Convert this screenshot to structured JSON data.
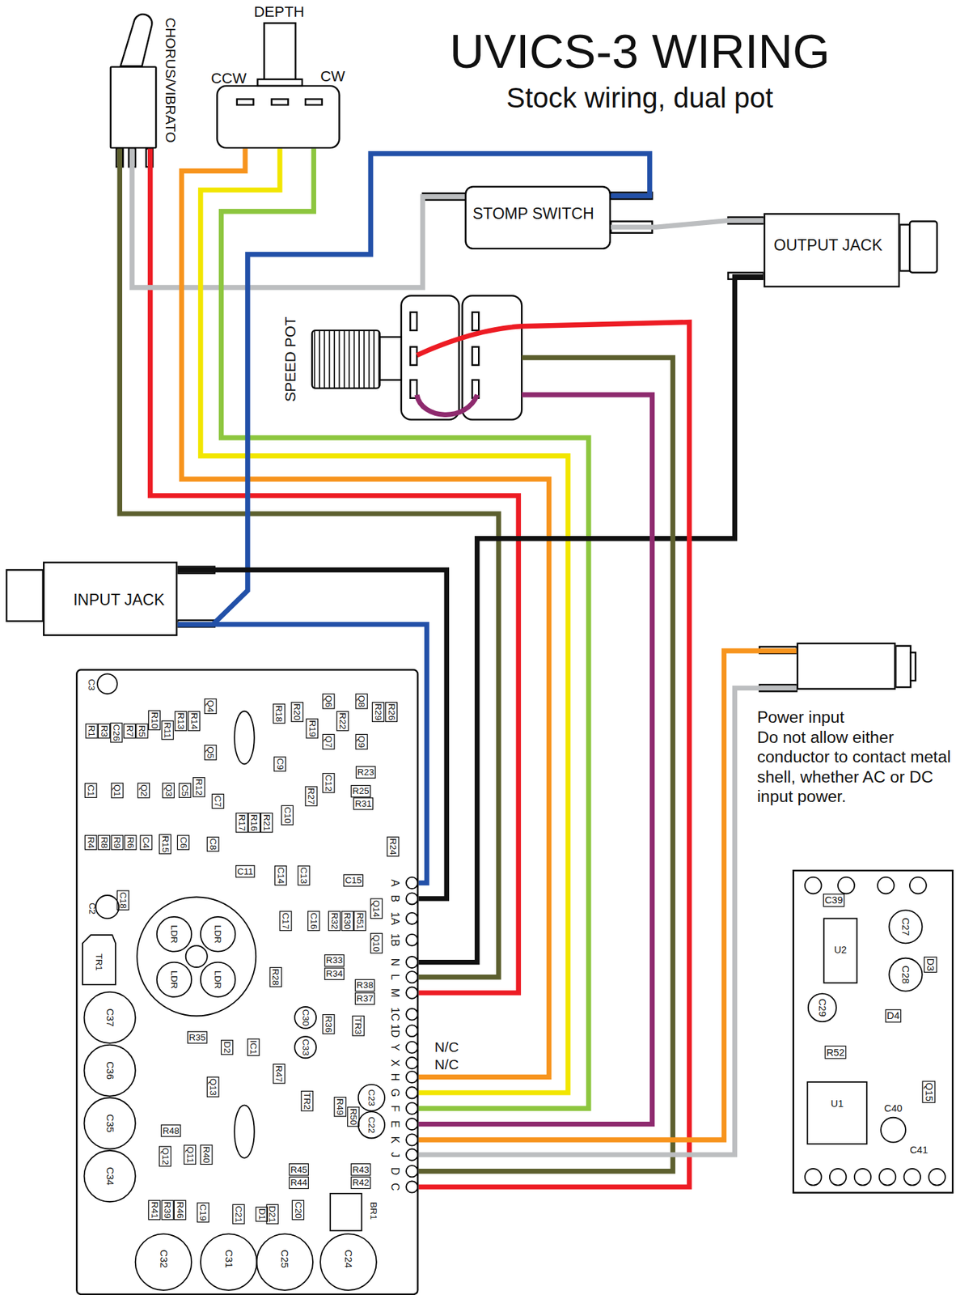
{
  "diagram": {
    "title": "UVICS-3 WIRING",
    "nodes": [
      {
        "text": [
          "CHORUS/VIBRATO"
        ]
      },
      {
        "text": [
          "DEPTH"
        ]
      },
      {
        "text": [
          "STOMP SWITCH"
        ]
      },
      {
        "text": [
          "OUTPUT JACK"
        ]
      },
      {
        "text": [
          "SPEED POT"
        ]
      },
      {
        "text": [
          "INPUT JACK"
        ]
      },
      {
        "text": [
          "C3",
          "R1",
          "R3",
          "C26",
          "R7",
          "R5",
          "R10",
          "R11",
          "R13",
          "R14",
          "Q4",
          "Q5",
          "R18",
          "R20",
          "R19",
          "Q6",
          "Q7",
          "R22",
          "Q8",
          "Q9",
          "R29",
          "R26",
          "C9",
          "R23",
          "C12",
          "R25",
          "R27",
          "R31",
          "C10",
          "C1",
          "Q1",
          "Q2",
          "Q3",
          "C5",
          "R12",
          "C7",
          "R17",
          "R16",
          "R21",
          "R4",
          "R8",
          "R9",
          "R6",
          "C4",
          "R15",
          "C6",
          "C8",
          "C11",
          "C14",
          "C13",
          "R24",
          "C15",
          "C2",
          "C18",
          "Q14",
          "C17",
          "C16",
          "R32",
          "R30",
          "R51",
          "Q10",
          "TR1",
          "LDR",
          "LDR",
          "LDR",
          "LDR",
          "R33",
          "R34",
          "R28",
          "R38",
          "R37",
          "C30",
          "R36",
          "TR3",
          "C33",
          "C37",
          "R35",
          "D2",
          "IC1",
          "C36",
          "R47",
          "Q13",
          "TR2",
          "R49",
          "R50",
          "C23",
          "C22",
          "C35",
          "R48",
          "Q12",
          "Q11",
          "R40",
          "R45",
          "R44",
          "R43",
          "R42",
          "C34",
          "R41",
          "R39",
          "R46",
          "C19",
          "C21",
          "D1",
          "D21",
          "C20",
          "BR1",
          "C32",
          "C31",
          "C25",
          "C24",
          "A",
          "B",
          "1A",
          "1B",
          "N",
          "L",
          "M",
          "1C",
          "1D",
          "Y",
          "X",
          "H",
          "G",
          "F",
          "E",
          "K",
          "J",
          "D",
          "C"
        ]
      },
      {
        "text": [
          "Power input",
          "Do not allow either conductor to contact metal shell, whether AC or DC input power."
        ]
      },
      {
        "text": [
          "C39",
          "C27",
          "U2",
          "C28",
          "D3",
          "C29",
          "D4",
          "R52",
          "U1",
          "Q15",
          "C40",
          "C41"
        ]
      }
    ],
    "edges": [
      {
        "from": 0,
        "to": 6,
        "arrow": "none"
      },
      {
        "from": 0,
        "to": 6,
        "arrow": "none"
      },
      {
        "from": 0,
        "to": 2,
        "arrow": "none"
      },
      {
        "from": 1,
        "to": 6,
        "arrow": "none"
      },
      {
        "from": 1,
        "to": 6,
        "arrow": "none"
      },
      {
        "from": 1,
        "to": 6,
        "arrow": "none"
      },
      {
        "from": 2,
        "to": 5,
        "arrow": "none"
      },
      {
        "from": 5,
        "to": 6,
        "arrow": "none"
      },
      {
        "from": 5,
        "to": 6,
        "arrow": "none"
      },
      {
        "from": 3,
        "to": 6,
        "arrow": "none"
      },
      {
        "from": 2,
        "to": 3,
        "arrow": "none"
      },
      {
        "from": 4,
        "to": 6,
        "arrow": "none"
      },
      {
        "from": 4,
        "to": 6,
        "arrow": "none"
      },
      {
        "from": 4,
        "to": 6,
        "arrow": "none"
      },
      {
        "from": 7,
        "to": 6,
        "arrow": "none"
      },
      {
        "from": 7,
        "to": 6,
        "arrow": "none"
      }
    ],
    "labels": [
      "Stock wiring, dual pot",
      "CCW",
      "CW",
      "N/C",
      "N/C"
    ]
  }
}
